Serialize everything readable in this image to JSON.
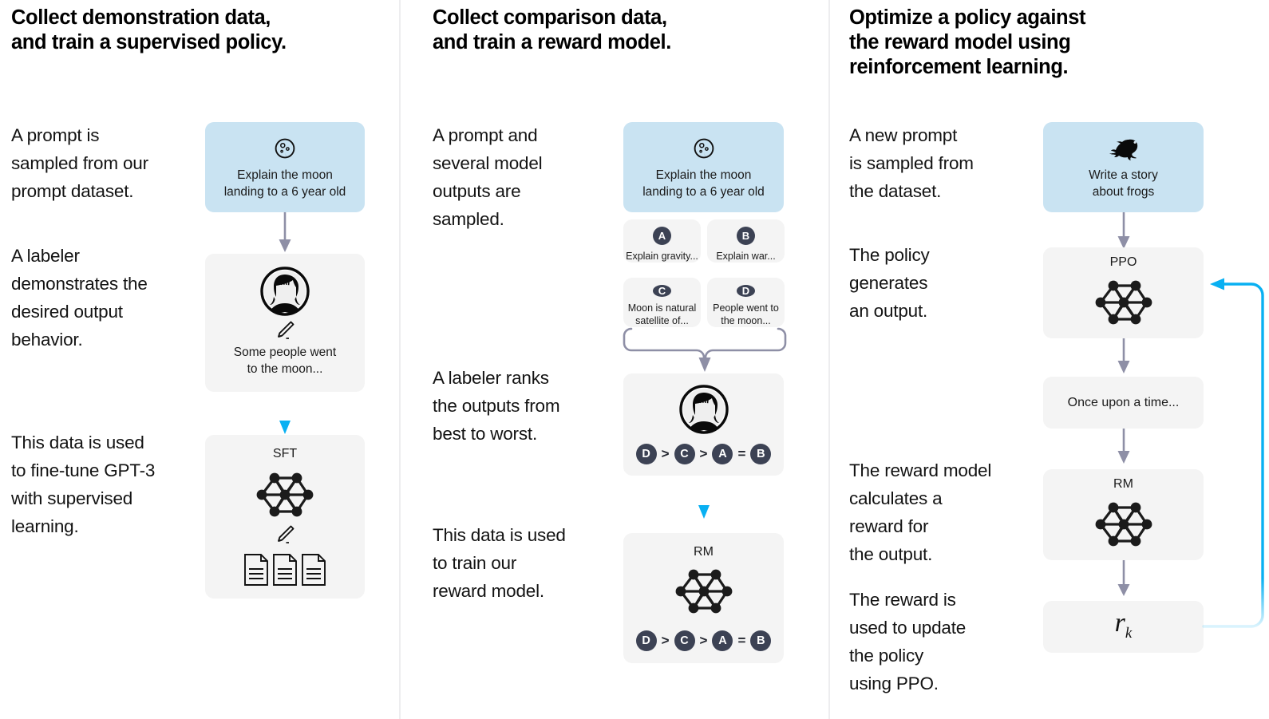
{
  "diagram": {
    "title": "RLHF three-step training process",
    "colors": {
      "prompt_box": "#c9e3f2",
      "neutral_box": "#f4f4f4",
      "gray_arrow": "#8e8fa6",
      "blue_arrow": "#09b0f2",
      "badge": "#3c4254",
      "divider": "#ededef",
      "text": "#0b0b0b"
    }
  },
  "columns": [
    {
      "id": "step-1",
      "heading": "Collect demonstration data,\nand train a supervised policy.",
      "captions": [
        "A prompt is\nsampled from our\nprompt dataset.",
        "A labeler\ndemonstrates the\ndesired output\nbehavior.",
        "This data is used\nto fine-tune GPT-3\nwith supervised\nlearning."
      ],
      "cards": {
        "prompt": {
          "icon": "moon-icon",
          "text": "Explain the moon\nlanding to a 6 year old"
        },
        "demonstration": {
          "icon": "labeler-avatar-icon",
          "secondary_icon": "pencil-icon",
          "text": "Some people went\nto the moon..."
        },
        "sft": {
          "tag": "SFT",
          "icon": "neural-network-icon",
          "secondary_icon": "pencil-icon",
          "tertiary_icon": "documents-icon"
        }
      }
    },
    {
      "id": "step-2",
      "heading": "Collect comparison data,\nand train a reward model.",
      "captions": [
        "A prompt and\nseveral model\noutputs are\nsampled.",
        "A labeler ranks\nthe outputs from\nbest to worst.",
        "This data is used\nto train our\nreward model."
      ],
      "cards": {
        "prompt": {
          "icon": "moon-icon",
          "text": "Explain the moon\nlanding to a 6 year old"
        },
        "outputs": [
          {
            "badge": "A",
            "text": "Explain gravity..."
          },
          {
            "badge": "B",
            "text": "Explain war..."
          },
          {
            "badge": "C",
            "text": "Moon is natural\nsatellite of..."
          },
          {
            "badge": "D",
            "text": "People went to\nthe moon..."
          }
        ],
        "ranking": {
          "icon": "labeler-avatar-icon",
          "order": [
            "D",
            ">",
            "C",
            ">",
            "A",
            "=",
            "B"
          ]
        },
        "rm": {
          "tag": "RM",
          "icon": "neural-network-icon",
          "order": [
            "D",
            ">",
            "C",
            ">",
            "A",
            "=",
            "B"
          ]
        }
      }
    },
    {
      "id": "step-3",
      "heading": "Optimize a policy against\nthe reward model using\nreinforcement learning.",
      "captions": [
        "A new prompt\nis sampled from\nthe dataset.",
        "The policy\ngenerates\nan output.",
        "The reward model\ncalculates a\nreward for\nthe output.",
        "The reward is\nused to update\nthe policy\nusing PPO."
      ],
      "cards": {
        "prompt": {
          "icon": "frog-icon",
          "text": "Write a story\nabout frogs"
        },
        "ppo": {
          "tag": "PPO",
          "icon": "neural-network-icon"
        },
        "output": {
          "text": "Once upon a time..."
        },
        "rm": {
          "tag": "RM",
          "icon": "neural-network-icon"
        },
        "reward": {
          "symbol": "r",
          "subscript": "k"
        }
      }
    }
  ]
}
